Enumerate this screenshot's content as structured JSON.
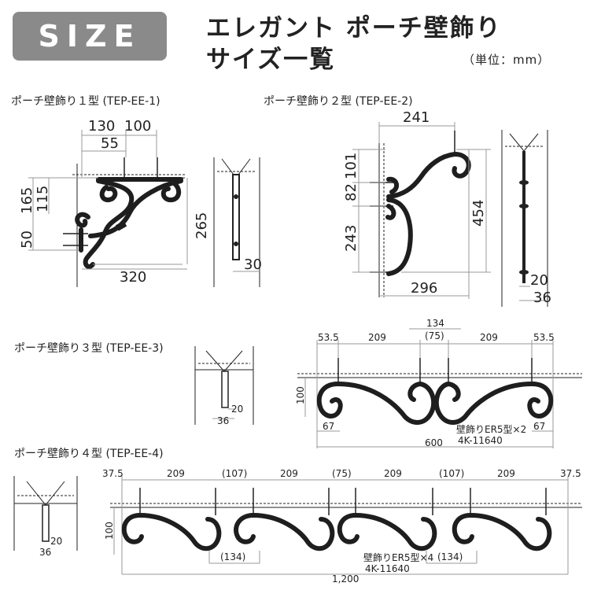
{
  "header": {
    "badge": "SIZE",
    "title_line1": "エレガント ポーチ壁飾り",
    "title_line2": "サイズ一覧",
    "unit": "（単位：mm）"
  },
  "types": [
    {
      "label": "ポーチ壁飾り１型 (TEP-EE-1)",
      "dims": {
        "a": "130",
        "b": "100",
        "c": "55",
        "d": "165",
        "e": "115",
        "f": "50",
        "g": "265",
        "h": "320",
        "i": "30"
      }
    },
    {
      "label": "ポーチ壁飾り２型 (TEP-EE-2)",
      "dims": {
        "a": "241",
        "b": "101",
        "c": "82",
        "d": "243",
        "e": "454",
        "f": "296",
        "g": "20",
        "h": "36"
      }
    },
    {
      "label": "ポーチ壁飾り３型 (TEP-EE-3)",
      "dims": {
        "a": "53.5",
        "b": "209",
        "c": "134",
        "d": "(75)",
        "e": "209",
        "f": "53.5",
        "g": "100",
        "h": "67",
        "i": "67",
        "j": "600",
        "k": "20",
        "l": "36"
      },
      "note1": "壁飾りER5型×2",
      "note2": "4K-11640"
    },
    {
      "label": "ポーチ壁飾り４型 (TEP-EE-4)",
      "dims": {
        "a": "37.5",
        "b": "209",
        "c": "(107)",
        "d": "209",
        "e": "(75)",
        "f": "209",
        "g": "(107)",
        "h": "209",
        "i": "37.5",
        "j": "100",
        "k": "(134)",
        "l": "(134)",
        "m": "1,200",
        "n": "20",
        "o": "36"
      },
      "note1": "壁飾りER5型×4",
      "note2": "4K-11640"
    }
  ]
}
